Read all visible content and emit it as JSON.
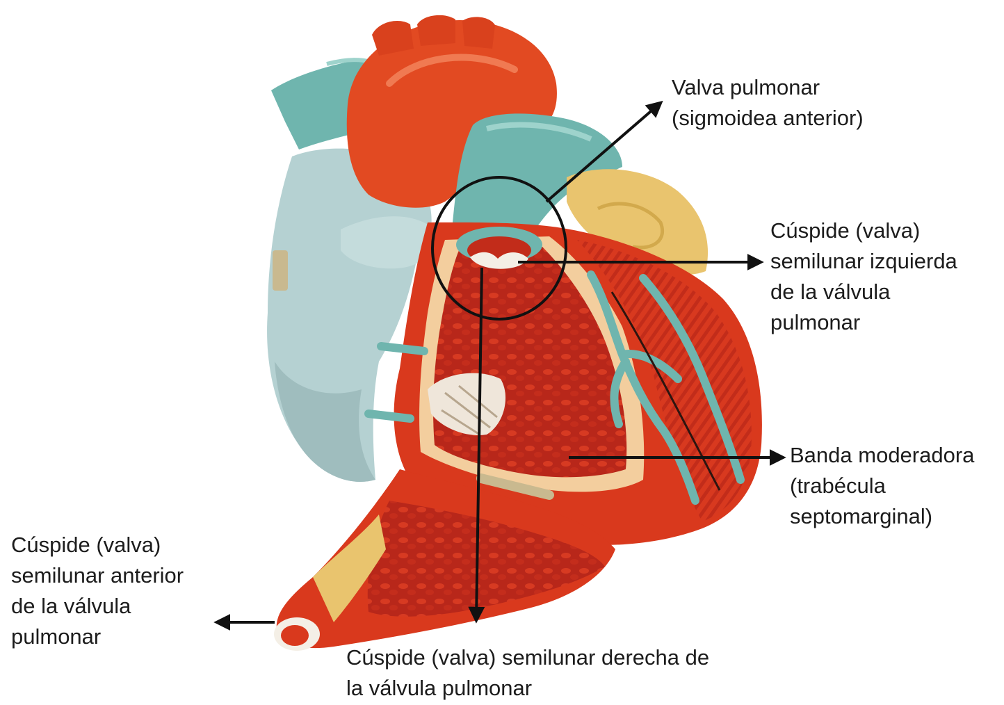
{
  "figure": {
    "labels": {
      "pulmonary_valve": {
        "line1": "Valva pulmonar",
        "line2": "(sigmoidea anterior)"
      },
      "left_cusp": {
        "line1": "Cúspide (valva)",
        "line2": "semilunar izquierda",
        "line3": "de la válvula",
        "line4": "pulmonar"
      },
      "moderator_band": {
        "line1": "Banda moderadora",
        "line2": "(trabécula",
        "line3": "septomarginal)"
      },
      "anterior_cusp": {
        "line1": "Cúspide (valva)",
        "line2": "semilunar anterior",
        "line3": "de la válvula",
        "line4": "pulmonar"
      },
      "right_cusp": {
        "line1": "Cúspide (valva) semilunar derecha de",
        "line2": "la válvula pulmonar"
      }
    },
    "colors": {
      "myocardium": "#d9391d",
      "myocardium_dark": "#b8271a",
      "aorta": "#e24a22",
      "pulmonary_trunk": "#6fb5ae",
      "atrium": "#b5d1d2",
      "fat": "#e9c46e",
      "endocardium": "#f3ce9e",
      "valve_cusp": "#f4efe6",
      "arrow": "#111111",
      "text": "#1c1c1c"
    }
  }
}
